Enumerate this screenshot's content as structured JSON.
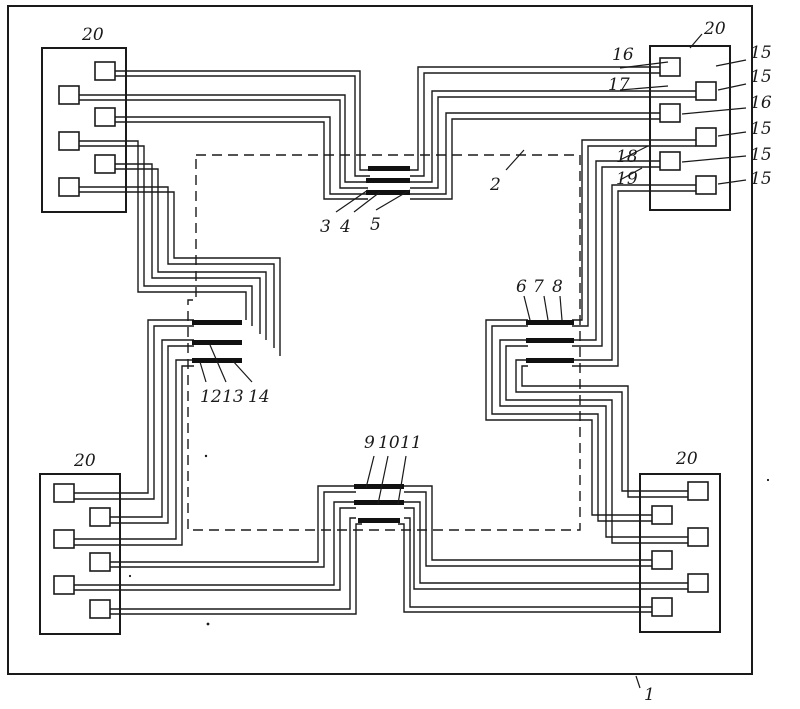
{
  "diagram": {
    "labels": {
      "substrate": "1",
      "region": "2",
      "c3": "3",
      "c4": "4",
      "c5": "5",
      "c6": "6",
      "c7": "7",
      "c8": "8",
      "c9": "9",
      "c10": "10",
      "c11": "11",
      "c12": "12",
      "c13": "13",
      "c14": "14",
      "p15": "15",
      "p16": "16",
      "p17": "17",
      "p18": "18",
      "p19": "19",
      "block20": "20"
    },
    "colors": {
      "ink": "#1a1a1a",
      "paper": "#ffffff"
    }
  }
}
